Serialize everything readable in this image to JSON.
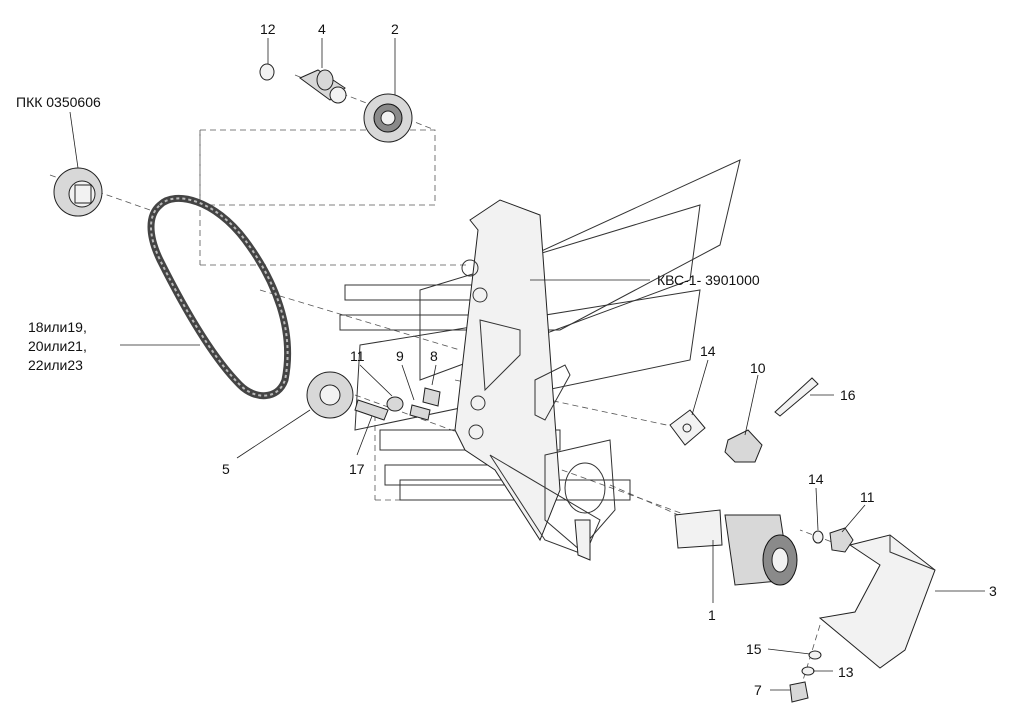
{
  "labels": {
    "p12": "12",
    "p4": "4",
    "p2": "2",
    "pkk": "ПКК 0350606",
    "kvs": "КВС-1- 3901000",
    "chain_line1": "18или19,",
    "chain_line2": "20или21,",
    "chain_line3": "22или23",
    "p11a": "11",
    "p9": "9",
    "p8": "8",
    "p14a": "14",
    "p10": "10",
    "p16": "16",
    "p5": "5",
    "p17": "17",
    "p14b": "14",
    "p11b": "11",
    "p3": "3",
    "p1": "1",
    "p15": "15",
    "p13": "13",
    "p7": "7"
  },
  "colors": {
    "ink": "#222222",
    "fill_light": "#f2f2f2",
    "fill_mid": "#d8d8d8",
    "fill_dark": "#8a8a8a"
  }
}
